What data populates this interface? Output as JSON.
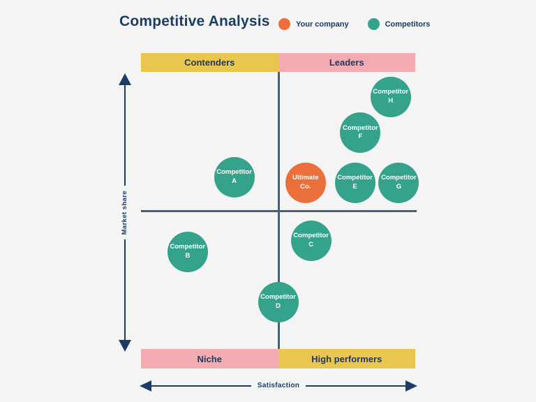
{
  "title": "Competitive Analysis",
  "legend": {
    "items": [
      {
        "label": "Your company",
        "color": "#EB6F3B"
      },
      {
        "label": "Competitors",
        "color": "#35A38B"
      }
    ]
  },
  "quadrant_bands": {
    "top_left": {
      "label": "Contenders",
      "color": "#EAC64F"
    },
    "top_right": {
      "label": "Leaders",
      "color": "#F2ACB1"
    },
    "bottom_left": {
      "label": "Niche",
      "color": "#F2ACB1"
    },
    "bottom_right": {
      "label": "High performers",
      "color": "#EAC64F"
    }
  },
  "axes": {
    "y_label": "Market share",
    "x_label": "Satisfaction"
  },
  "colors": {
    "navy_text": "#1D3C63",
    "divider": "#4D5E73",
    "your_company": "#EB6F3B",
    "competitors": "#35A38B",
    "background": "#F4F4F5"
  },
  "chart_data": {
    "type": "scatter",
    "title": "Competitive Analysis",
    "xlabel": "Satisfaction",
    "ylabel": "Market share",
    "x_range": [
      0,
      100
    ],
    "y_range": [
      0,
      100
    ],
    "quadrants": [
      "Contenders",
      "Leaders",
      "Niche",
      "High performers"
    ],
    "points": [
      {
        "name": "Competitor H",
        "lines": [
          "Competitor",
          "H"
        ],
        "series": "competitors",
        "satisfaction": 91,
        "market_share": 91,
        "quadrant": "Leaders"
      },
      {
        "name": "Competitor F",
        "lines": [
          "Competitor",
          "F"
        ],
        "series": "competitors",
        "satisfaction": 80,
        "market_share": 78,
        "quadrant": "Leaders"
      },
      {
        "name": "Competitor A",
        "lines": [
          "Competitor",
          "A"
        ],
        "series": "competitors",
        "satisfaction": 34,
        "market_share": 62,
        "quadrant": "Contenders"
      },
      {
        "name": "Ultimate Co.",
        "lines": [
          "Ultimate",
          "Co."
        ],
        "series": "your-company",
        "satisfaction": 60,
        "market_share": 60,
        "quadrant": "Leaders"
      },
      {
        "name": "Competitor E",
        "lines": [
          "Competitor",
          "E"
        ],
        "series": "competitors",
        "satisfaction": 78,
        "market_share": 60,
        "quadrant": "Leaders"
      },
      {
        "name": "Competitor G",
        "lines": [
          "Competitor",
          "G"
        ],
        "series": "competitors",
        "satisfaction": 94,
        "market_share": 60,
        "quadrant": "Leaders"
      },
      {
        "name": "Competitor C",
        "lines": [
          "Competitor",
          "C"
        ],
        "series": "competitors",
        "satisfaction": 62,
        "market_share": 39,
        "quadrant": "High performers"
      },
      {
        "name": "Competitor B",
        "lines": [
          "Competitor",
          "B"
        ],
        "series": "competitors",
        "satisfaction": 17,
        "market_share": 35,
        "quadrant": "Niche"
      },
      {
        "name": "Competitor D",
        "lines": [
          "Competitor",
          "D"
        ],
        "series": "competitors",
        "satisfaction": 50,
        "market_share": 17,
        "quadrant": "High performers"
      }
    ]
  }
}
